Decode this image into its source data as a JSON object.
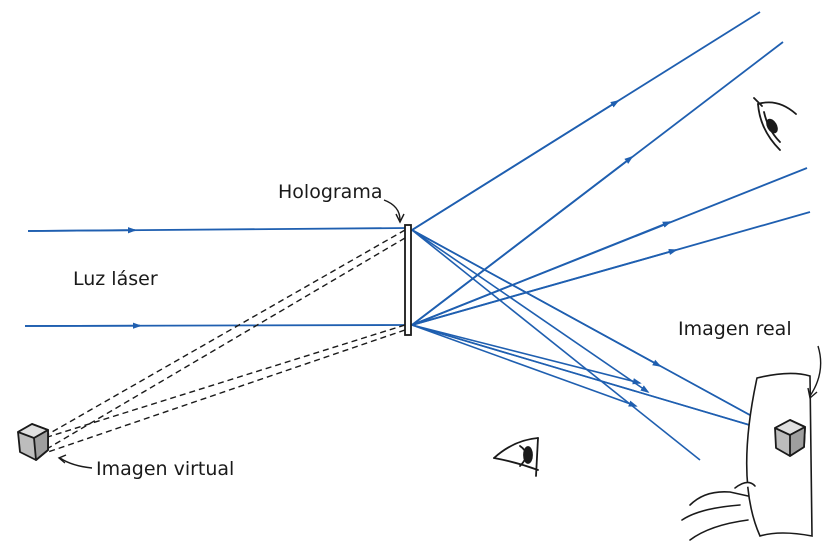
{
  "labels": {
    "hologram": "Holograma",
    "laser": "Luz láser",
    "real_image": "Imagen real",
    "virtual_image": "Imagen virtual"
  },
  "colors": {
    "ray": "#1f5fb0",
    "ink": "#1a1a1a",
    "background": "#ffffff"
  }
}
